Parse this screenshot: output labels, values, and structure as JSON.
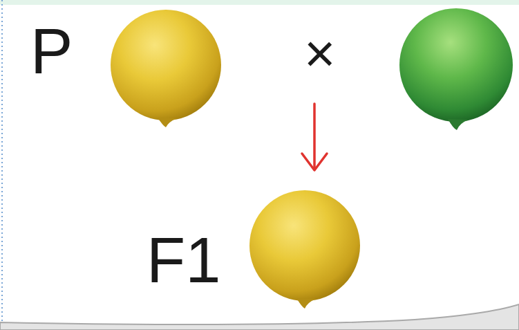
{
  "diagram": {
    "labels": [
      "P",
      "×",
      "F1"
    ]
  }
}
